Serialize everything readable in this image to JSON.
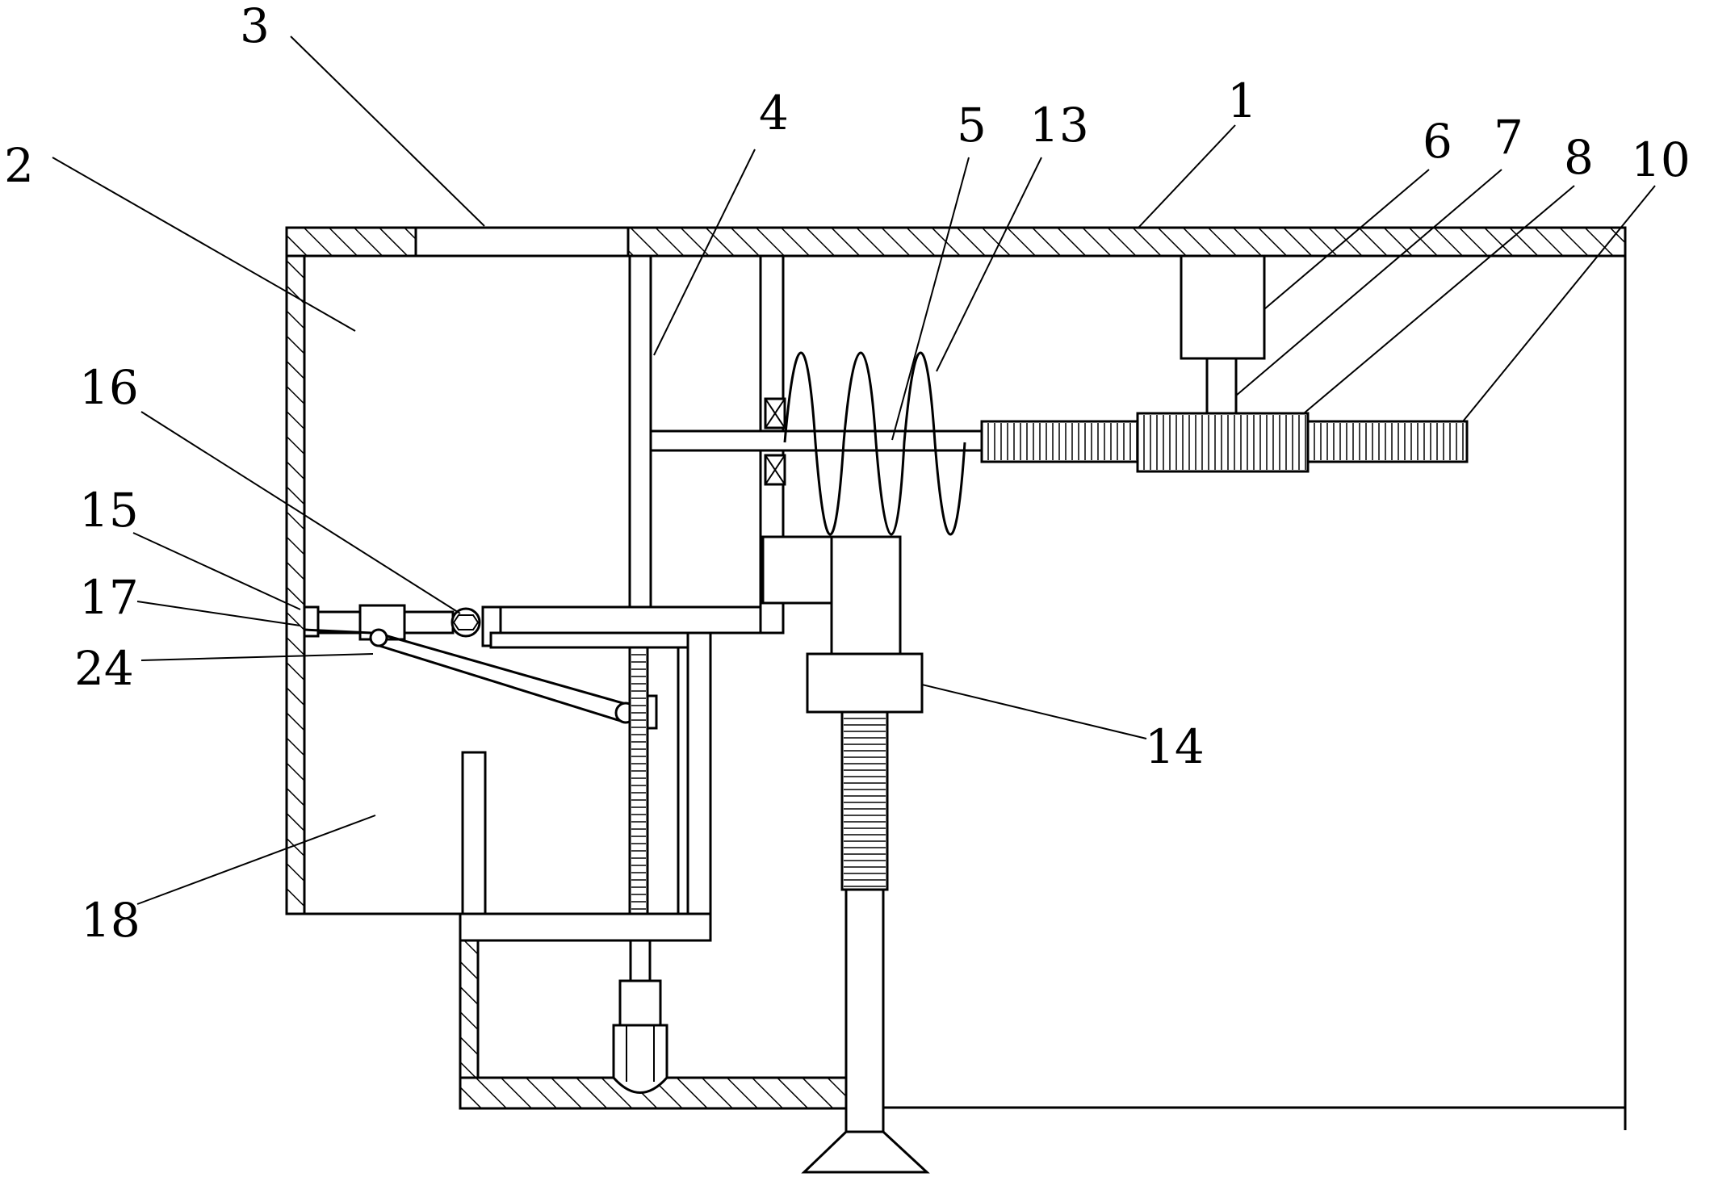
{
  "figure": {
    "callouts": [
      {
        "id": "c1",
        "label": "1"
      },
      {
        "id": "c2",
        "label": "2"
      },
      {
        "id": "c3",
        "label": "3"
      },
      {
        "id": "c4",
        "label": "4"
      },
      {
        "id": "c5",
        "label": "5"
      },
      {
        "id": "c6",
        "label": "6"
      },
      {
        "id": "c7",
        "label": "7"
      },
      {
        "id": "c8",
        "label": "8"
      },
      {
        "id": "c10",
        "label": "10"
      },
      {
        "id": "c13",
        "label": "13"
      },
      {
        "id": "c14",
        "label": "14"
      },
      {
        "id": "c15",
        "label": "15"
      },
      {
        "id": "c16",
        "label": "16"
      },
      {
        "id": "c17",
        "label": "17"
      },
      {
        "id": "c18",
        "label": "18"
      },
      {
        "id": "c24",
        "label": "24"
      }
    ]
  }
}
